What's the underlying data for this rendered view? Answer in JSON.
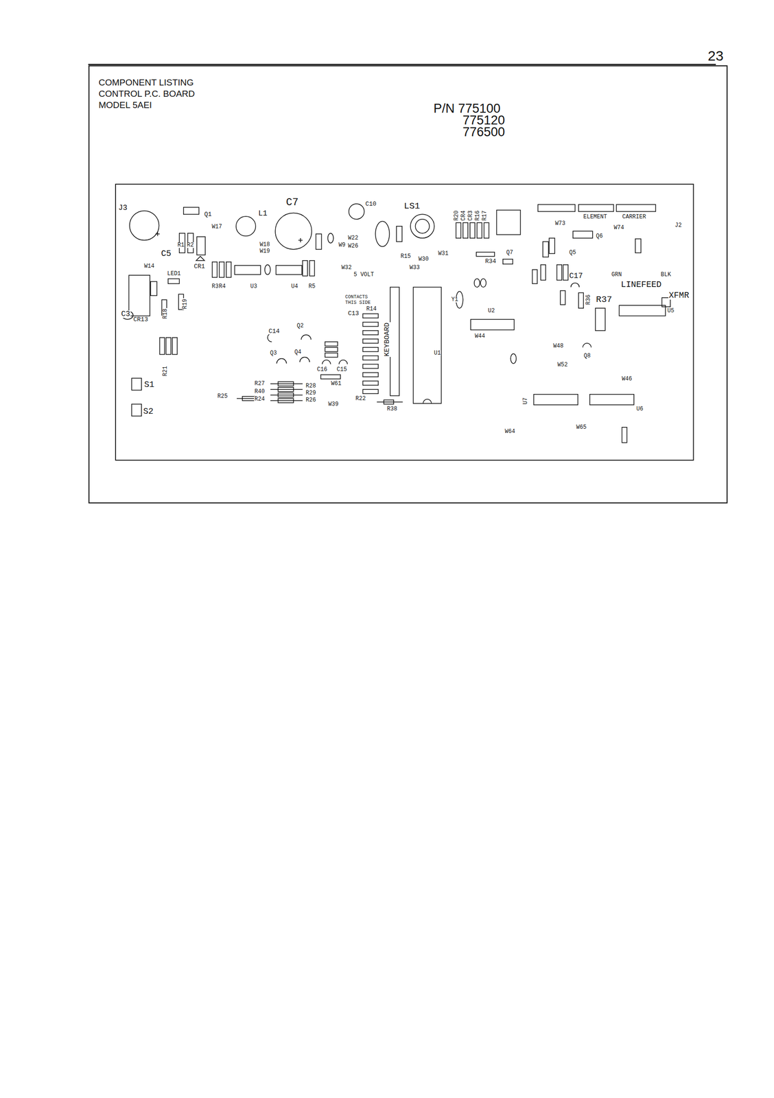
{
  "diagram": {
    "title": "COMPONENT LISTING CONTROL P.C. BOARD MODEL 5AEI",
    "labels": [
      "23",
      "P/N 775100",
      "775120",
      "776500",
      "J3",
      "Q1",
      "L1",
      "C7",
      "C10",
      "LS1",
      "C5",
      "R1",
      "R2",
      "CR1",
      "W17",
      "W18",
      "W19",
      "R3",
      "R4",
      "U3",
      "U4",
      "R5",
      "W9",
      "W22",
      "W26",
      "W32",
      "5 VOLT",
      "R15",
      "W33",
      "W31",
      "W30",
      "R34",
      "Q7",
      "R20",
      "CR4",
      "CR3",
      "R16",
      "R17",
      "ELEMENT",
      "CARRIER",
      "W73",
      "W74",
      "Q6",
      "Q5",
      "GRN",
      "BLK",
      "LINEFEED",
      "XFMR",
      "J2",
      "C17",
      "R36",
      "R37",
      "U5",
      "U2",
      "Y1",
      "C3",
      "CR13",
      "R18",
      "R19",
      "W14",
      "LED1",
      "R21",
      "S1",
      "S2",
      "C14",
      "Q2",
      "Q3",
      "Q4",
      "R27",
      "R40",
      "R24",
      "R25",
      "R28",
      "R29",
      "R26",
      "C16",
      "C15",
      "W61",
      "C13",
      "R14",
      "R22",
      "R38",
      "W39",
      "KEYBOARD",
      "CONTACTS",
      "THIS SIDE",
      "U1",
      "Q8",
      "U7",
      "U6",
      "W44",
      "W48",
      "W52",
      "W46",
      "W64",
      "W65"
    ]
  }
}
